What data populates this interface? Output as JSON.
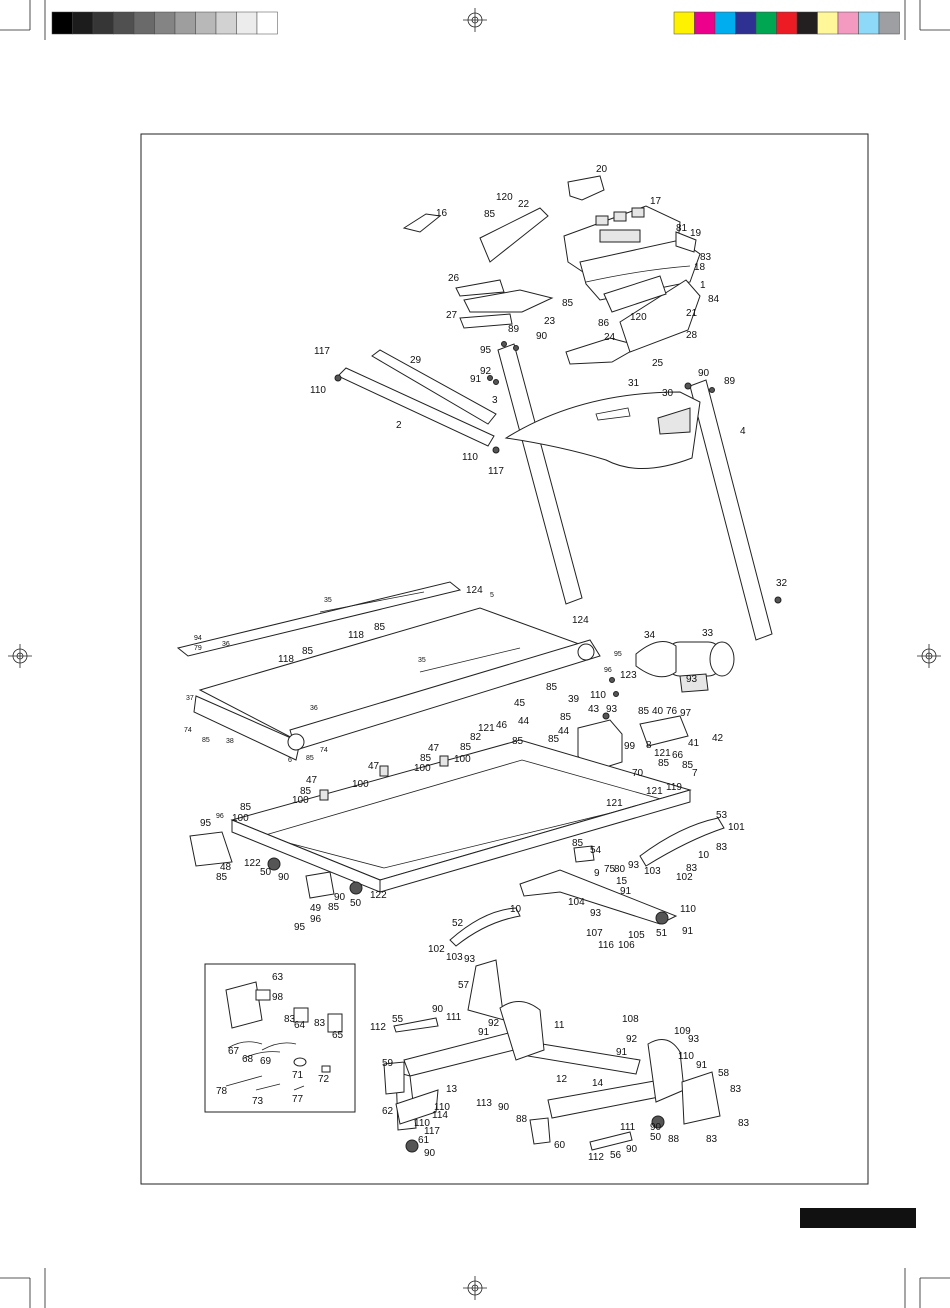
{
  "registration": {
    "gray_bar": [
      "#000000",
      "#1c1c1c",
      "#363636",
      "#505050",
      "#6a6a6a",
      "#848484",
      "#9e9e9e",
      "#b8b8b8",
      "#d2d2d2",
      "#ececec",
      "#ffffff"
    ],
    "color_bar": [
      "#fff200",
      "#ec008c",
      "#00aeef",
      "#2e3192",
      "#00a651",
      "#ed1c24",
      "#231f20",
      "#fff799",
      "#f49ac1",
      "#8ed8f8",
      "#9d9fa2"
    ]
  },
  "callouts": {
    "c1": "1",
    "c2": "2",
    "c3": "3",
    "c4": "4",
    "c5": "5",
    "c6": "6",
    "c7": "7",
    "c8": "8",
    "c9": "9",
    "c10": "10",
    "c11": "11",
    "c12": "12",
    "c13": "13",
    "c14": "14",
    "c15": "15",
    "c16": "16",
    "c17": "17",
    "c18": "18",
    "c19": "19",
    "c20": "20",
    "c21": "21",
    "c22": "22",
    "c23": "23",
    "c24": "24",
    "c25": "25",
    "c26": "26",
    "c27": "27",
    "c28": "28",
    "c29": "29",
    "c30": "30",
    "c31": "31",
    "c32": "32",
    "c33": "33",
    "c34": "34",
    "c35": "35",
    "c36": "36",
    "c37": "37",
    "c38": "38",
    "c39": "39",
    "c40": "40",
    "c41": "41",
    "c42": "42",
    "c43": "43",
    "c44": "44",
    "c45": "45",
    "c46": "46",
    "c47": "47",
    "c48": "48",
    "c49": "49",
    "c50": "50",
    "c51": "51",
    "c52": "52",
    "c53": "53",
    "c54": "54",
    "c55": "55",
    "c56": "56",
    "c57": "57",
    "c58": "58",
    "c59": "59",
    "c60": "60",
    "c61": "61",
    "c62": "62",
    "c63": "63",
    "c64": "64",
    "c65": "65",
    "c66": "66",
    "c67": "67",
    "c68": "68",
    "c69": "69",
    "c70": "70",
    "c71": "71",
    "c72": "72",
    "c73": "73",
    "c74": "74",
    "c75": "75",
    "c76": "76",
    "c77": "77",
    "c78": "78",
    "c79": "79",
    "c80": "80",
    "c81": "81",
    "c82": "82",
    "c83": "83",
    "c84": "84",
    "c85": "85",
    "c86": "86",
    "c88": "88",
    "c89": "89",
    "c90": "90",
    "c91": "91",
    "c92": "92",
    "c93": "93",
    "c94": "94",
    "c95": "95",
    "c96": "96",
    "c97": "97",
    "c98": "98",
    "c99": "99",
    "c100": "100",
    "c101": "101",
    "c102": "102",
    "c103": "103",
    "c104": "104",
    "c105": "105",
    "c106": "106",
    "c107": "107",
    "c108": "108",
    "c109": "109",
    "c110": "110",
    "c111": "111",
    "c112": "112",
    "c113": "113",
    "c114": "114",
    "c116": "116",
    "c117": "117",
    "c118": "118",
    "c119": "119",
    "c120": "120",
    "c121": "121",
    "c122": "122",
    "c123": "123",
    "c124": "124"
  }
}
